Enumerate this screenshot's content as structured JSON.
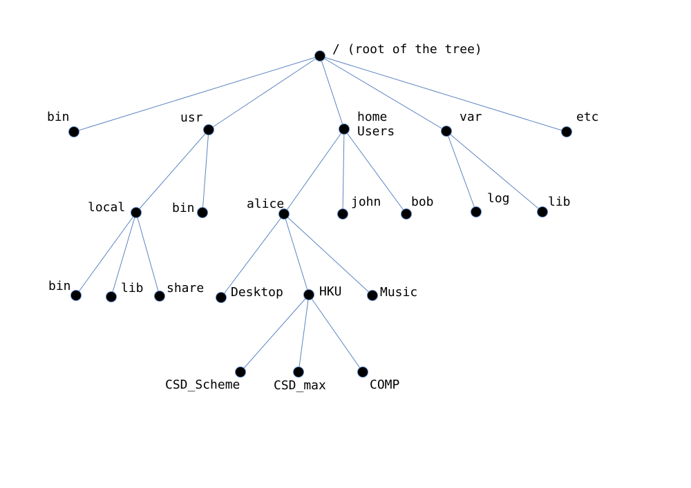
{
  "diagram": {
    "colors": {
      "edge": "#5b83c0",
      "node": "#000000",
      "background": "#ffffff"
    },
    "nodes": [
      {
        "id": "root",
        "lines": [
          "/ (root of the tree)"
        ]
      },
      {
        "id": "bin_top",
        "lines": [
          "bin"
        ]
      },
      {
        "id": "usr",
        "lines": [
          "usr"
        ]
      },
      {
        "id": "home",
        "lines": [
          "home",
          "Users"
        ]
      },
      {
        "id": "var",
        "lines": [
          "var"
        ]
      },
      {
        "id": "etc",
        "lines": [
          "etc"
        ]
      },
      {
        "id": "local",
        "lines": [
          "local"
        ]
      },
      {
        "id": "usr_bin",
        "lines": [
          "bin"
        ]
      },
      {
        "id": "alice",
        "lines": [
          "alice"
        ]
      },
      {
        "id": "john",
        "lines": [
          "john"
        ]
      },
      {
        "id": "bob",
        "lines": [
          "bob"
        ]
      },
      {
        "id": "log",
        "lines": [
          "log"
        ]
      },
      {
        "id": "var_lib",
        "lines": [
          "lib"
        ]
      },
      {
        "id": "local_bin",
        "lines": [
          "bin"
        ]
      },
      {
        "id": "local_lib",
        "lines": [
          "lib"
        ]
      },
      {
        "id": "share",
        "lines": [
          "share"
        ]
      },
      {
        "id": "desktop",
        "lines": [
          "Desktop"
        ]
      },
      {
        "id": "hku",
        "lines": [
          "HKU"
        ]
      },
      {
        "id": "music",
        "lines": [
          "Music"
        ]
      },
      {
        "id": "csd_scheme",
        "lines": [
          "CSD_Scheme"
        ]
      },
      {
        "id": "csd_max",
        "lines": [
          "CSD_max"
        ]
      },
      {
        "id": "comp",
        "lines": [
          "COMP"
        ]
      }
    ],
    "edges": [
      [
        "root",
        "bin_top"
      ],
      [
        "root",
        "usr"
      ],
      [
        "root",
        "home"
      ],
      [
        "root",
        "var"
      ],
      [
        "root",
        "etc"
      ],
      [
        "usr",
        "local"
      ],
      [
        "usr",
        "usr_bin"
      ],
      [
        "home",
        "alice"
      ],
      [
        "home",
        "john"
      ],
      [
        "home",
        "bob"
      ],
      [
        "var",
        "log"
      ],
      [
        "var",
        "var_lib"
      ],
      [
        "local",
        "local_bin"
      ],
      [
        "local",
        "local_lib"
      ],
      [
        "local",
        "share"
      ],
      [
        "alice",
        "desktop"
      ],
      [
        "alice",
        "hku"
      ],
      [
        "alice",
        "music"
      ],
      [
        "hku",
        "csd_scheme"
      ],
      [
        "hku",
        "csd_max"
      ],
      [
        "hku",
        "comp"
      ]
    ]
  }
}
